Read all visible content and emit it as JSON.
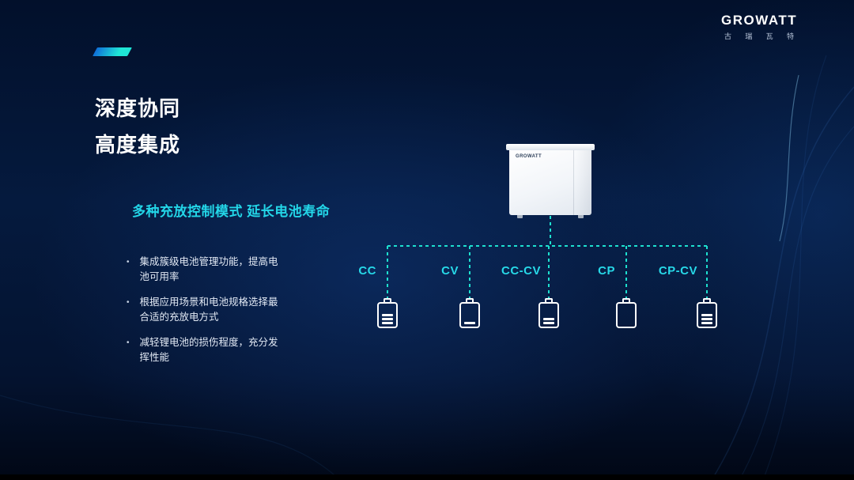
{
  "slide": {
    "logo": {
      "brand": "GROWATT",
      "brand_cn_chars": [
        "古",
        "瑞",
        "瓦",
        "特"
      ]
    },
    "title_lines": [
      "深度协同",
      "高度集成"
    ],
    "subtitle": "多种充放控制模式 延长电池寿命",
    "bullets": [
      "集成簇级电池管理功能，提高电池可用率",
      "根据应用场景和电池规格选择最合适的充放电方式",
      "减轻锂电池的损伤程度，充分发挥性能"
    ],
    "device": {
      "label": "GROWATT"
    },
    "modes": [
      {
        "label": "CC",
        "battery_level": 3
      },
      {
        "label": "CV",
        "battery_level": 1
      },
      {
        "label": "CC-CV",
        "battery_level": 2
      },
      {
        "label": "CP",
        "battery_level": 0
      },
      {
        "label": "CP-CV",
        "battery_level": 3
      }
    ],
    "colors": {
      "accent_cyan": "#23d6e8",
      "tree_line": "#1de0cf",
      "background": "#041636",
      "text": "#ffffff"
    }
  }
}
